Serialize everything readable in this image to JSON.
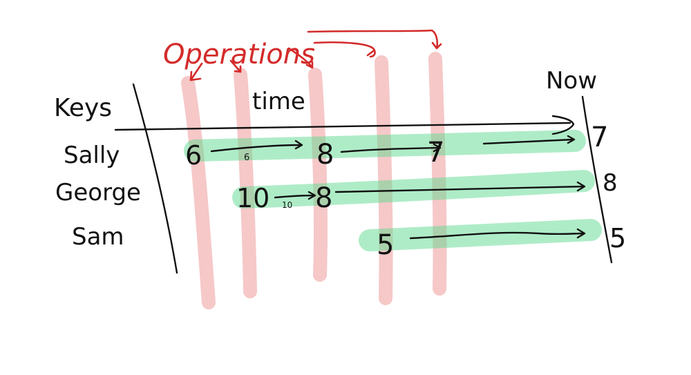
{
  "diagram": {
    "title": "Operations",
    "axis": {
      "keys_label": "Keys",
      "time_label": "time",
      "now_label": "Now"
    },
    "colors": {
      "ink": "#111111",
      "operations_red": "#d42a2a",
      "operation_stripe": "#f0a3a3",
      "value_band": "#5ed98f"
    },
    "operations_count": 5,
    "rows": [
      {
        "key": "Sally",
        "values": [
          "6",
          "8",
          "7"
        ],
        "annotation": "6",
        "now_value": "7"
      },
      {
        "key": "George",
        "values": [
          "10",
          "8"
        ],
        "annotation": "10",
        "now_value": "8"
      },
      {
        "key": "Sam",
        "values": [
          "5"
        ],
        "now_value": "5"
      }
    ]
  }
}
